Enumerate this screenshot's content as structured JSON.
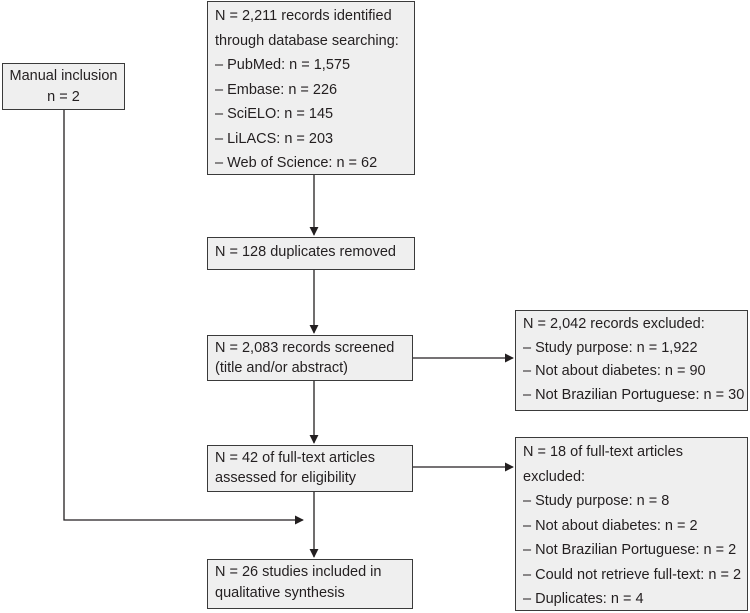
{
  "manual": {
    "lines": [
      "Manual inclusion",
      "n = 2"
    ]
  },
  "identified": {
    "lines": [
      "N = 2,211 records identified",
      "through database searching:",
      "– PubMed: n = 1,575",
      "– Embase: n = 226",
      "– SciELO: n = 145",
      "– LiLACS: n = 203",
      "– Web of Science: n = 62"
    ]
  },
  "duplicates": {
    "lines": [
      "N = 128 duplicates removed"
    ]
  },
  "screened": {
    "lines": [
      "N = 2,083 records screened",
      "(title and/or abstract)"
    ]
  },
  "excluded_records": {
    "lines": [
      "N = 2,042 records excluded:",
      "– Study purpose: n = 1,922",
      "– Not about diabetes: n = 90",
      "– Not Brazilian Portuguese: n = 30"
    ]
  },
  "fulltext": {
    "lines": [
      "N = 42 of full-text articles",
      "assessed for eligibility"
    ]
  },
  "excluded_fulltext": {
    "lines": [
      "N = 18 of full-text articles",
      "excluded:",
      "– Study purpose: n = 8",
      "– Not about diabetes: n = 2",
      "– Not Brazilian Portuguese: n = 2",
      "– Could not retrieve full-text: n = 2",
      "– Duplicates: n = 4"
    ]
  },
  "included": {
    "lines": [
      "N = 26 studies included in",
      "qualitative synthesis"
    ]
  }
}
